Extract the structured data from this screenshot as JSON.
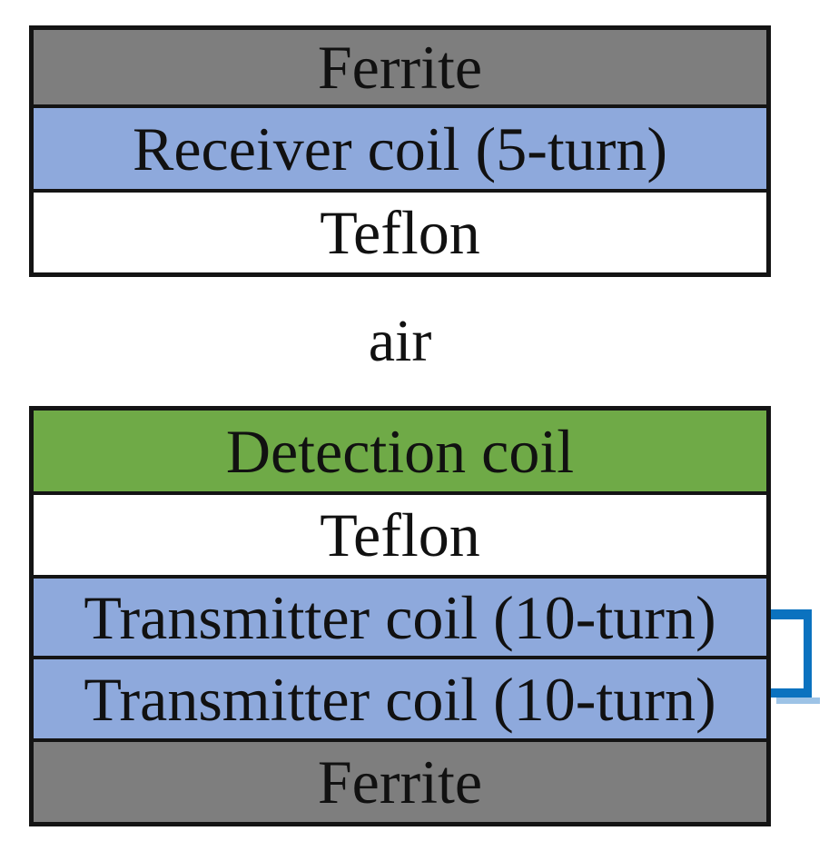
{
  "diagram": {
    "title_semantic": "coil-stack-cross-section",
    "air_label": "air",
    "colors": {
      "ferrite_gray": "#7E7E7E",
      "coil_blue": "#8EA9DC",
      "teflon_white": "#FFFFFF",
      "detection_green": "#6FAA47",
      "border_black": "#141414",
      "bracket_blue": "#0B72BF",
      "bracket_shadow_blue": "#9DC3E6"
    },
    "receiver_stack": {
      "layers": [
        {
          "label": "Ferrite",
          "color": "#7E7E7E"
        },
        {
          "label": "Receiver coil (5-turn)",
          "color": "#8EA9DC"
        },
        {
          "label": "Teflon",
          "color": "#FFFFFF"
        }
      ]
    },
    "transmitter_stack": {
      "layers": [
        {
          "label": "Detection coil",
          "color": "#6FAA47"
        },
        {
          "label": "Teflon",
          "color": "#FFFFFF"
        },
        {
          "label": "Transmitter coil (10-turn)",
          "color": "#8EA9DC"
        },
        {
          "label": "Transmitter coil (10-turn)",
          "color": "#8EA9DC"
        },
        {
          "label": "Ferrite",
          "color": "#7E7E7E"
        }
      ]
    }
  }
}
